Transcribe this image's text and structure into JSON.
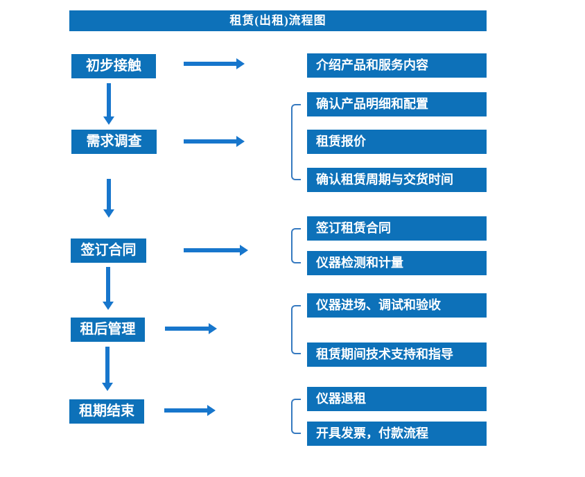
{
  "title": "租赁(出租)流程图",
  "colors": {
    "box_blue": "#0d71b9",
    "arrow_blue": "#1776cc",
    "bracket_blue": "#3579c0",
    "text_white": "#ffffff",
    "background": "#ffffff"
  },
  "stages": [
    {
      "label": "初步接触",
      "outputs": [
        "介绍产品和服务内容"
      ]
    },
    {
      "label": "需求调查",
      "outputs": [
        "确认产品明细和配置",
        "租赁报价",
        "确认租赁周期与交货时间"
      ]
    },
    {
      "label": "签订合同",
      "outputs": [
        "签订租赁合同",
        "仪器检测和计量"
      ]
    },
    {
      "label": "租后管理",
      "outputs": [
        "仪器进场、调试和验收",
        "租赁期间技术支持和指导"
      ]
    },
    {
      "label": "租期结束",
      "outputs": [
        "仪器退租",
        "开具发票，付款流程"
      ]
    }
  ]
}
